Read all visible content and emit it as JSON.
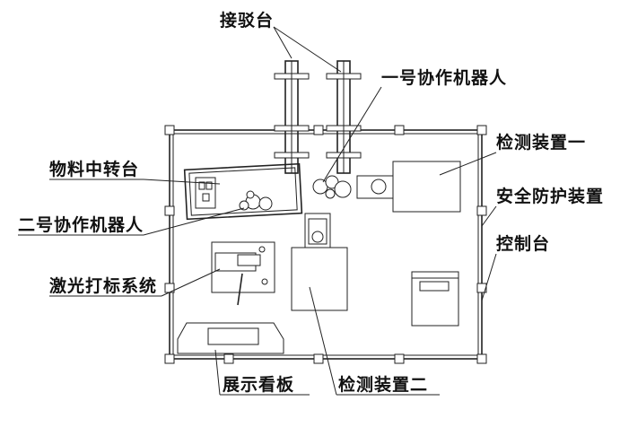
{
  "labels": {
    "docking_station": "接驳台",
    "robot_one": "一号协作机器人",
    "inspection_one": "检测装置一",
    "material_turntable": "物料中转台",
    "safety_guard": "安全防护装置",
    "robot_two": "二号协作机器人",
    "control_console": "控制台",
    "laser_marking": "激光打标系统",
    "display_board": "展示看板",
    "inspection_two": "检测装置二"
  }
}
